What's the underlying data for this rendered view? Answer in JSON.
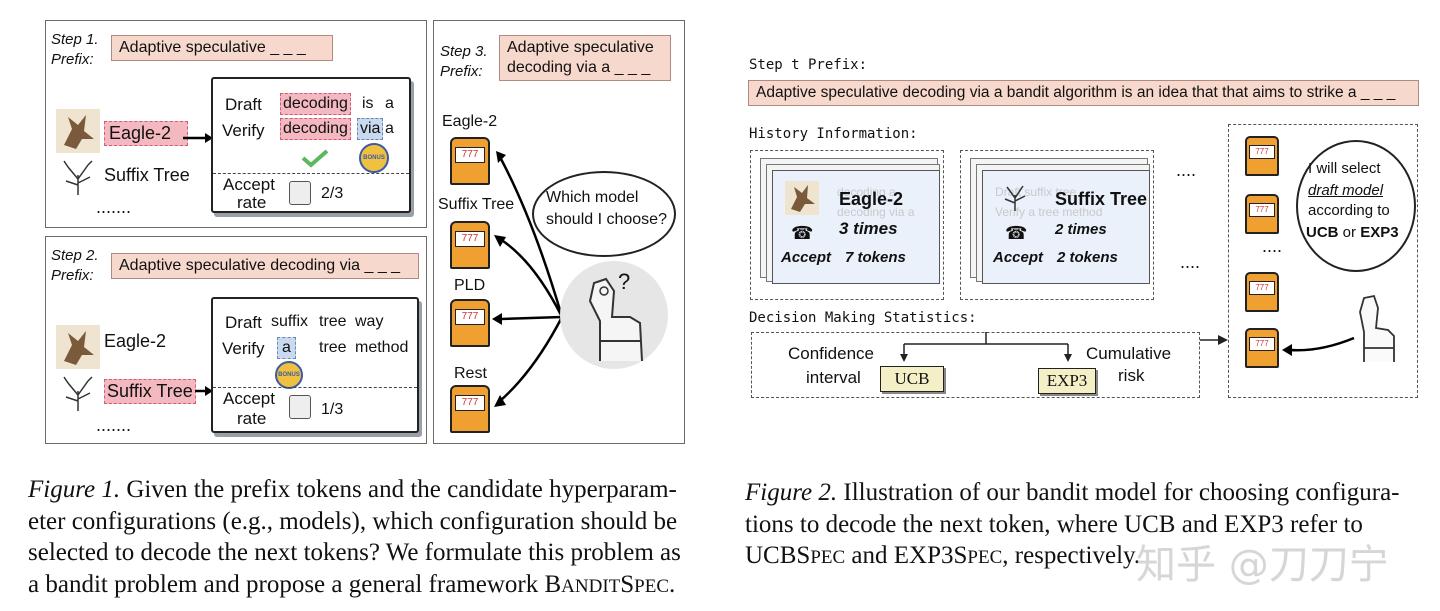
{
  "fig1": {
    "step1": {
      "label_step": "Step 1.",
      "label_prefix": "Prefix:",
      "prefix": "Adaptive speculative _ _ _",
      "model_a": "Eagle-2",
      "model_b": "Suffix Tree",
      "more": ".......",
      "draft_label": "Draft",
      "verify_label": "Verify",
      "draft_tok1": "decoding",
      "draft_tok2": "is",
      "draft_tok3": "a",
      "verify_tok1": "decoding",
      "verify_tok2": "via",
      "verify_tok3": "a",
      "accept_label_1": "Accept",
      "accept_label_2": "rate",
      "accept_value": "2/3",
      "bonus": "BONUS"
    },
    "step2": {
      "label_step": "Step 2.",
      "label_prefix": "Prefix:",
      "prefix": "Adaptive speculative decoding via _ _ _",
      "model_a": "Eagle-2",
      "model_b": "Suffix Tree",
      "more": ".......",
      "draft_label": "Draft",
      "verify_label": "Verify",
      "draft_tok1": "suffix",
      "draft_tok2": "tree",
      "draft_tok3": "way",
      "verify_tok1": "a",
      "verify_tok2": "tree",
      "verify_tok3": "method",
      "accept_label_1": "Accept",
      "accept_label_2": "rate",
      "accept_value": "1/3",
      "bonus": "BONUS"
    },
    "step3": {
      "label_step": "Step 3.",
      "label_prefix": "Prefix:",
      "prefix_1": "Adaptive speculative",
      "prefix_2": "decoding via a _ _ _",
      "arms": [
        "Eagle-2",
        "Suffix Tree",
        "PLD",
        "Rest"
      ],
      "bubble_1": "Which model",
      "bubble_2": "should I choose?",
      "question": "?"
    },
    "caption": {
      "lead": "Figure 1.",
      "text_1": "Given the prefix tokens and the candidate hyperparam-",
      "text_2": "eter configurations (e.g., models), which configuration should be",
      "text_3": "selected to decode the next tokens? We formulate this problem as",
      "text_4": "a bandit problem and propose a general framework",
      "bs_b": "B",
      "bs_andit": "ANDIT",
      "bs_s": "S",
      "bs_pec": "PEC",
      "bs_end": "."
    }
  },
  "fig2": {
    "step_label": "Step t Prefix:",
    "prefix": "Adaptive speculative decoding via a bandit algorithm is an idea that that aims to strike a _ _ _",
    "history_label": "History Information:",
    "card_a": {
      "name": "Eagle-2",
      "times": "3 times",
      "accept": "Accept",
      "tokens": "7 tokens",
      "ghost_1": "decoding  a",
      "ghost_2": "decoding via a",
      "ghost_3": "Accept"
    },
    "card_b": {
      "name": "Suffix Tree",
      "times": "2 times",
      "accept": "Accept",
      "tokens": "2 tokens",
      "ghost_1": "Draft suffix tree",
      "ghost_2": "Verify a   tree method",
      "ghost_3": "Accept"
    },
    "dots": "....",
    "decision_label": "Decision Making Statistics:",
    "confidence_1": "Confidence",
    "confidence_2": "interval",
    "ucb": "UCB",
    "cumulative_1": "Cumulative",
    "cumulative_2": "risk",
    "exp3": "EXP3",
    "bubble_1": "I will select",
    "bubble_2": "draft model",
    "bubble_3": "according to",
    "bubble_4": "UCB",
    "bubble_and": "or",
    "bubble_5": "EXP3",
    "arm_dots": "....",
    "caption": {
      "lead": "Figure 2.",
      "text_1": "Illustration of our bandit model for choosing configura-",
      "text_2": "tions to decode the next token, where UCB and EXP3 refer to",
      "text_3a": "UCBS",
      "text_3b": "PEC",
      "text_3c": " and EXP3S",
      "text_3d": "PEC",
      "text_3e": ", respectively."
    }
  },
  "watermark": "知乎 @刀刀宁"
}
